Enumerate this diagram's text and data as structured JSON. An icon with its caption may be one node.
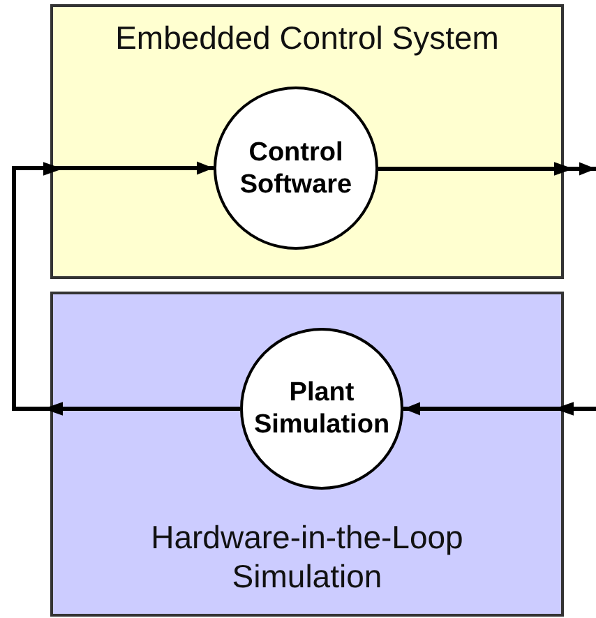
{
  "diagram": {
    "nodes": [
      {
        "text": [
          "Embedded Control System"
        ]
      },
      {
        "text": [
          "Control Software"
        ],
        "in": 0
      },
      {
        "text": [
          "Hardware-in-the-Loop Simulation"
        ]
      },
      {
        "text": [
          "Plant Simulation"
        ],
        "in": 2
      }
    ],
    "edges": [
      {
        "from": 3,
        "to": 1,
        "arrow": "to"
      },
      {
        "from": 1,
        "to": null,
        "arrow": "to"
      },
      {
        "from": null,
        "to": 3,
        "arrow": "to"
      }
    ]
  }
}
